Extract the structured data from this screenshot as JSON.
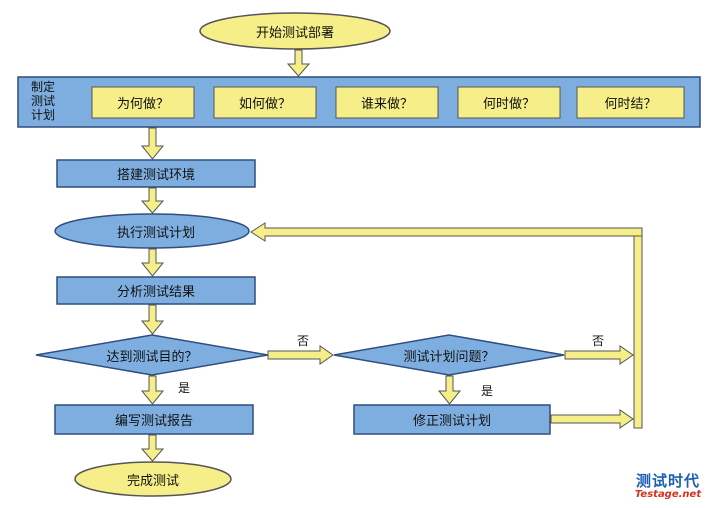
{
  "colors": {
    "box_fill": "#7eaee0",
    "box_stroke": "#2f4f7f",
    "start_end_fill": "#f5ee89",
    "question_fill": "#f5ee89",
    "arrow_fill": "#f5ee89",
    "arrow_stroke": "#555555"
  },
  "nodes": {
    "start": "开始测试部署",
    "plan_title": "制定\n测试\n计划",
    "plan_items": [
      "为何做？",
      "如何做？",
      "谁来做？",
      "何时做？",
      "何时结？"
    ],
    "setup_env": "搭建测试环境",
    "execute_plan": "执行测试计划",
    "analyze_results": "分析测试结果",
    "goal_reached": "达到测试目的？",
    "plan_problem": "测试计划问题？",
    "write_report": "编写测试报告",
    "revise_plan": "修正测试计划",
    "finish": "完成测试"
  },
  "edge_labels": {
    "goal_no": "否",
    "goal_yes": "是",
    "problem_no": "否",
    "problem_yes": "是"
  },
  "logo": {
    "name": "测试时代",
    "url": "Testage.net"
  }
}
